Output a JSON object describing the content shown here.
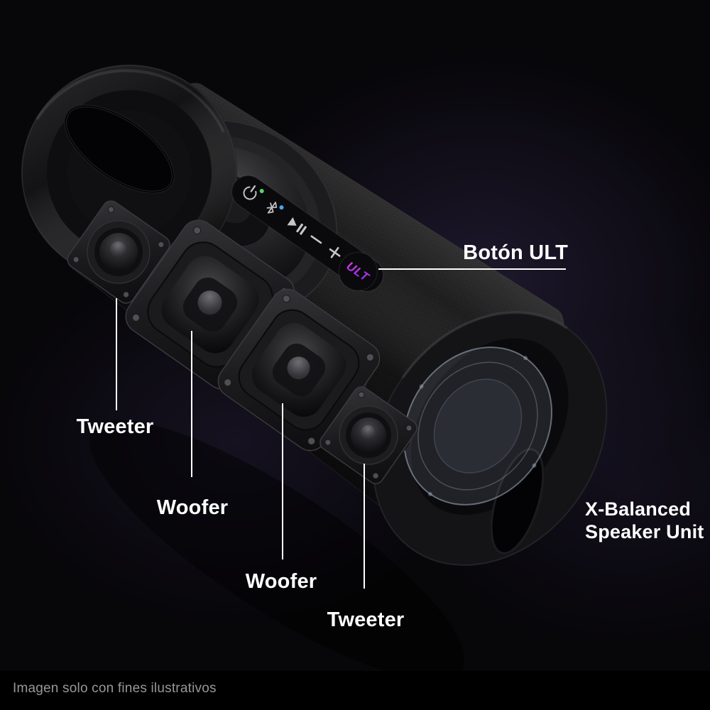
{
  "background": {
    "base_color": "#070609",
    "glow_color": "#4a3c76",
    "footer_bar_color": "#000000"
  },
  "speaker": {
    "kind": "portable-bluetooth-speaker-exploded-view",
    "body_color": "#161617",
    "controls": {
      "power_icon": "power",
      "power_led_color": "#52d66a",
      "bluetooth_icon": "bluetooth",
      "bluetooth_led_color": "#3fa9f5",
      "play_pause_icon": "play-pause",
      "volume_down_icon": "minus",
      "volume_up_icon": "plus",
      "ult_button_label": "ULT",
      "ult_color_start": "#e23ae0",
      "ult_color_end": "#7c2bf0",
      "icon_color": "#bfbfc2"
    },
    "drivers": {
      "front": [
        "tweeter",
        "woofer",
        "woofer",
        "tweeter"
      ],
      "left_end": "woofer",
      "right_end": "passive-radiator"
    }
  },
  "callouts": {
    "ult": {
      "label": "Botón ULT",
      "line_color": "#ffffff"
    },
    "tweeter_left": {
      "label": "Tweeter",
      "line_color": "#ffffff"
    },
    "woofer_left": {
      "label": "Woofer",
      "line_color": "#ffffff"
    },
    "woofer_right": {
      "label": "Woofer",
      "line_color": "#ffffff"
    },
    "tweeter_right": {
      "label": "Tweeter",
      "line_color": "#ffffff"
    },
    "xbalanced": {
      "line1": "X-Balanced",
      "line2": "Speaker Unit"
    }
  },
  "footer": {
    "note": "Imagen solo con fines ilustrativos"
  }
}
